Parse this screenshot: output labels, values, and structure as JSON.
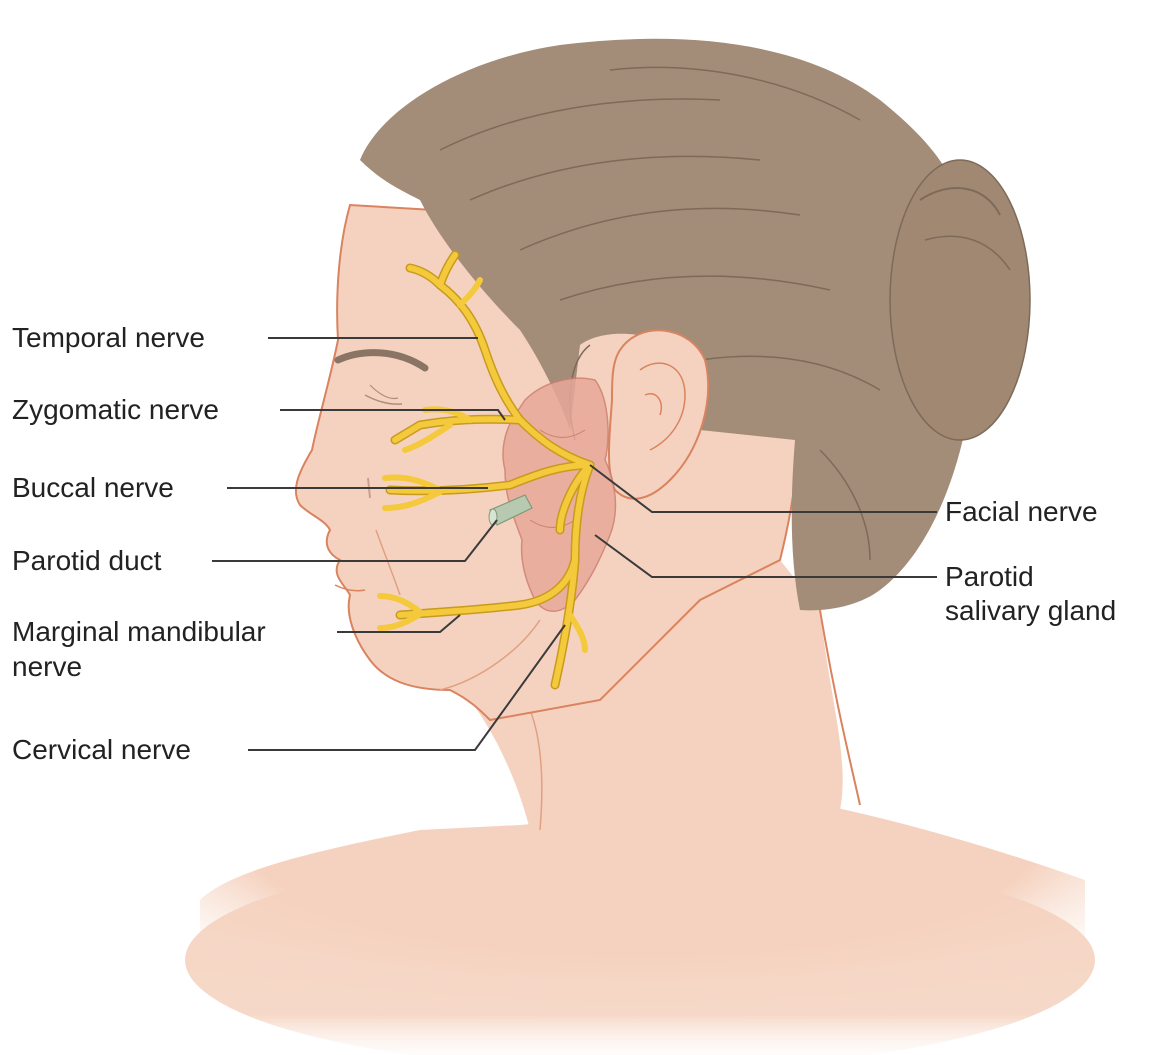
{
  "colors": {
    "skin": "#f5d2bf",
    "skin_outline": "#d9835f",
    "hair": "#a38c78",
    "hair_line": "#7d6a58",
    "nerve": "#f4c93b",
    "nerve_outline": "#c79b1c",
    "gland": "#e8a899",
    "gland_outline": "#cc7f70",
    "duct": "#b7c9b0",
    "leader_line": "#3a3a3a",
    "label_text": "#222222"
  },
  "labels": {
    "temporal_nerve": "Temporal nerve",
    "zygomatic_nerve": "Zygomatic nerve",
    "buccal_nerve": "Buccal nerve",
    "parotid_duct": "Parotid duct",
    "marginal_mandibular_nerve_line1": "Marginal mandibular",
    "marginal_mandibular_nerve_line2": "nerve",
    "cervical_nerve": "Cervical nerve",
    "facial_nerve": "Facial nerve",
    "parotid_salivary_gland_line1": "Parotid",
    "parotid_salivary_gland_line2": "salivary gland"
  }
}
